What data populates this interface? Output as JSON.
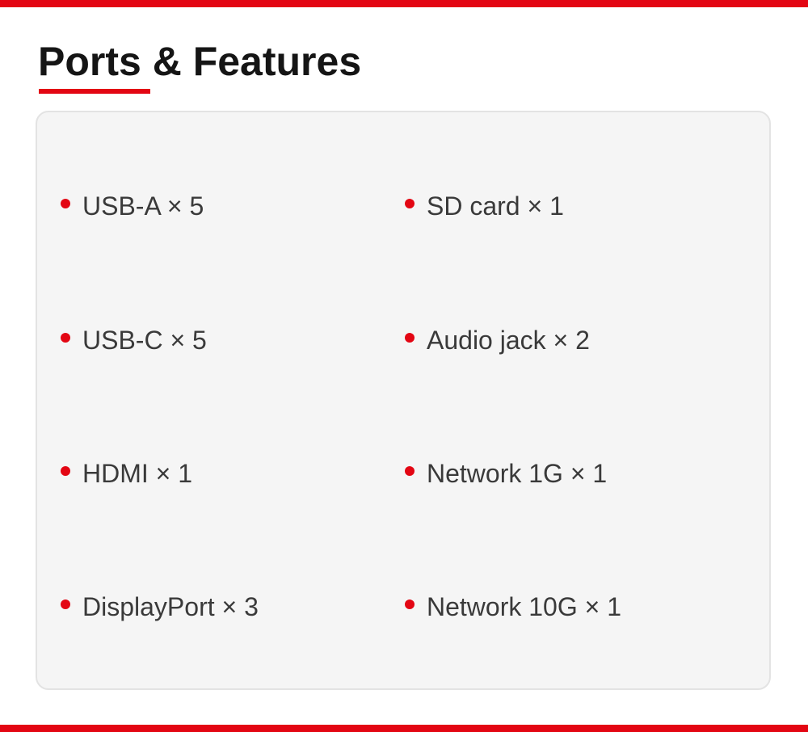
{
  "page": {
    "title": "Ports & Features",
    "accent_color": "#e30613"
  },
  "features": {
    "left_column": [
      "USB-A × 5",
      "USB-C × 5",
      "HDMI × 1",
      "DisplayPort × 3"
    ],
    "right_column": [
      "SD card × 1",
      "Audio jack × 2",
      "Network 1G × 1",
      "Network 10G × 1"
    ]
  }
}
